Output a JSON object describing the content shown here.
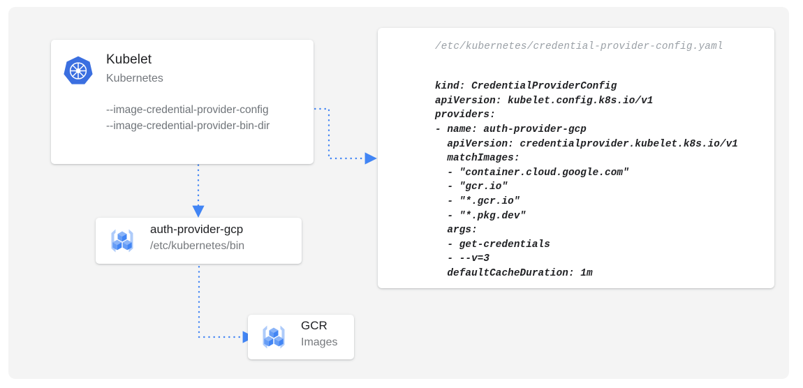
{
  "theme": {
    "page_background": "#ffffff",
    "panel_background": "#f4f4f4",
    "card_background": "#ffffff",
    "accent_blue": "#4285f4",
    "icon_blue_light": "#8ab4f8",
    "text_primary": "#202124",
    "text_secondary": "#76797d",
    "connector_blue": "#4285f4"
  },
  "kubelet_card": {
    "icon": "kubernetes-logo-icon",
    "title": "Kubelet",
    "subtitle": "Kubernetes",
    "flags": [
      "--image-credential-provider-config",
      "--image-credential-provider-bin-dir"
    ]
  },
  "provider_card": {
    "icon": "gcr-container-registry-icon",
    "title": "auth-provider-gcp",
    "subtitle": "/etc/kubernetes/bin"
  },
  "gcr_card": {
    "icon": "gcr-container-registry-icon",
    "title": "GCR",
    "subtitle": "Images"
  },
  "yaml_card": {
    "filepath": "/etc/kubernetes/credential-provider-config.yaml",
    "content": "kind: CredentialProviderConfig\napiVersion: kubelet.config.k8s.io/v1\nproviders:\n- name: auth-provider-gcp\n  apiVersion: credentialprovider.kubelet.k8s.io/v1\n  matchImages:\n  - \"container.cloud.google.com\"\n  - \"gcr.io\"\n  - \"*.gcr.io\"\n  - \"*.pkg.dev\"\n  args:\n  - get-credentials\n  - --v=3\n  defaultCacheDuration: 1m"
  },
  "connectors": [
    {
      "name": "kubelet-config-to-yaml",
      "from": "kubelet-card-flag-config",
      "to": "yaml-card",
      "style": "dotted-arrow"
    },
    {
      "name": "kubelet-to-auth-provider",
      "from": "kubelet-card",
      "to": "provider-card",
      "style": "dotted-arrow"
    },
    {
      "name": "auth-provider-to-gcr",
      "from": "provider-card",
      "to": "gcr-card",
      "style": "dotted-arrow"
    }
  ]
}
